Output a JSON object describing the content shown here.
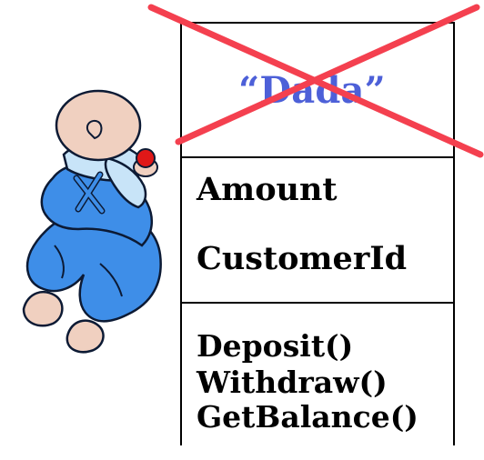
{
  "class_diagram": {
    "class_name": "“Dada”",
    "attributes": [
      "Amount",
      "CustomerId"
    ],
    "operations": [
      "Deposit()",
      "Withdraw()",
      "GetBalance()"
    ],
    "class_name_crossed_out": true
  },
  "colors": {
    "class_name_text": "#4d60d8",
    "cross_lines": "#f4404f",
    "baby_clothes": "#3e8ee8",
    "baby_shirt": "#c8e4f8",
    "baby_skin": "#f0d0c0",
    "baby_toy": "#e01818"
  },
  "icons": {
    "illustration": "crawling-baby-clipart"
  }
}
